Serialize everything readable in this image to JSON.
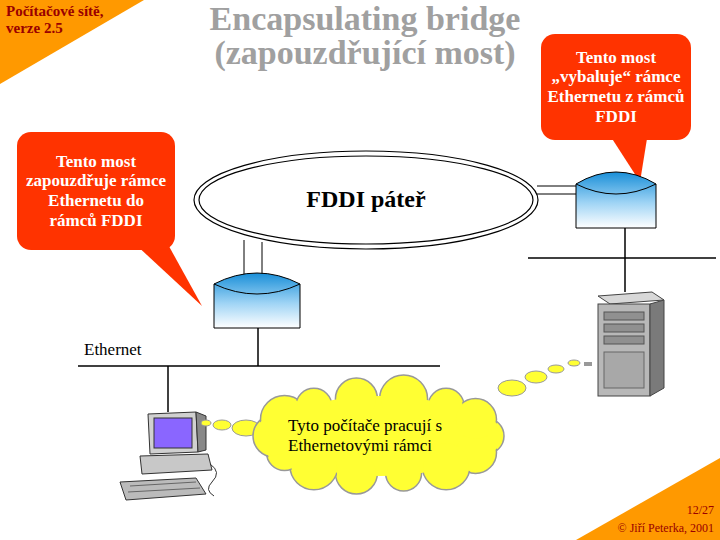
{
  "diagram": {
    "title": "Encapsulating bridge (zapouzdřující most)",
    "nodes": [
      {
        "text": [
          "Počítačové sítě, verze 2.5"
        ]
      },
      {
        "text": [
          "Tento most „vybaluje“ rámce Ethernetu z rámců FDDI"
        ]
      },
      {
        "text": [
          "Tento most zapouzdřuje rámce Ethernetu do rámců FDDI"
        ]
      },
      {
        "text": [
          "FDDI páteř"
        ]
      },
      {
        "text": [
          "Tyto počítače pracují s Ethernetovými rámci"
        ]
      },
      {
        "text": [
          "12/27",
          "© Jiří Peterka, 2001"
        ]
      }
    ],
    "labels": [
      "Ethernet"
    ]
  }
}
